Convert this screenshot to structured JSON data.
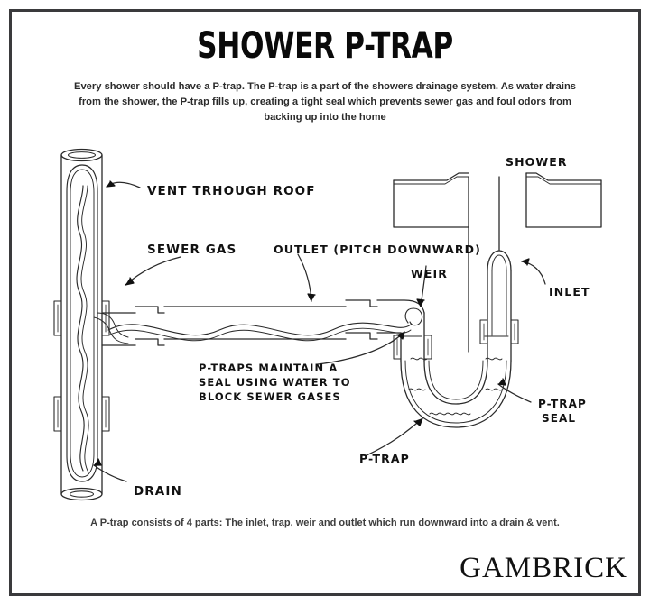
{
  "document": {
    "title": "SHOWER P-TRAP",
    "subtitle": "Every shower should have a P-trap. The P-trap is a part of the showers drainage system. As water drains from the shower, the P-trap fills up, creating a tight seal which prevents sewer gas and foul odors from backing up into the home",
    "caption": "A P-trap consists of 4 parts: The inlet, trap, weir and outlet which run downward into a drain & vent.",
    "logo": "GAMBRICK"
  },
  "colors": {
    "frame_border": "#3a3a3c",
    "background": "#ffffff",
    "ink": "#111111",
    "pipe_line": "#2a2a2a",
    "text": "#2b2b2b"
  },
  "labels": {
    "vent": "VENT TRHOUGH ROOF",
    "sewer_gas": "SEWER GAS",
    "outlet": "OUTLET (PITCH DOWNWARD)",
    "weir": "WEIR",
    "shower": "SHOWER",
    "inlet": "INLET",
    "drain": "DRAIN",
    "p_trap": "P-TRAP",
    "p_trap_seal_line1": "P-TRAP",
    "p_trap_seal_line2": "SEAL",
    "note_line1": "P-TRAPS  MAINTAIN A",
    "note_line2": "SEAL USING WATER TO",
    "note_line3": "BLOCK SEWER GASES"
  }
}
